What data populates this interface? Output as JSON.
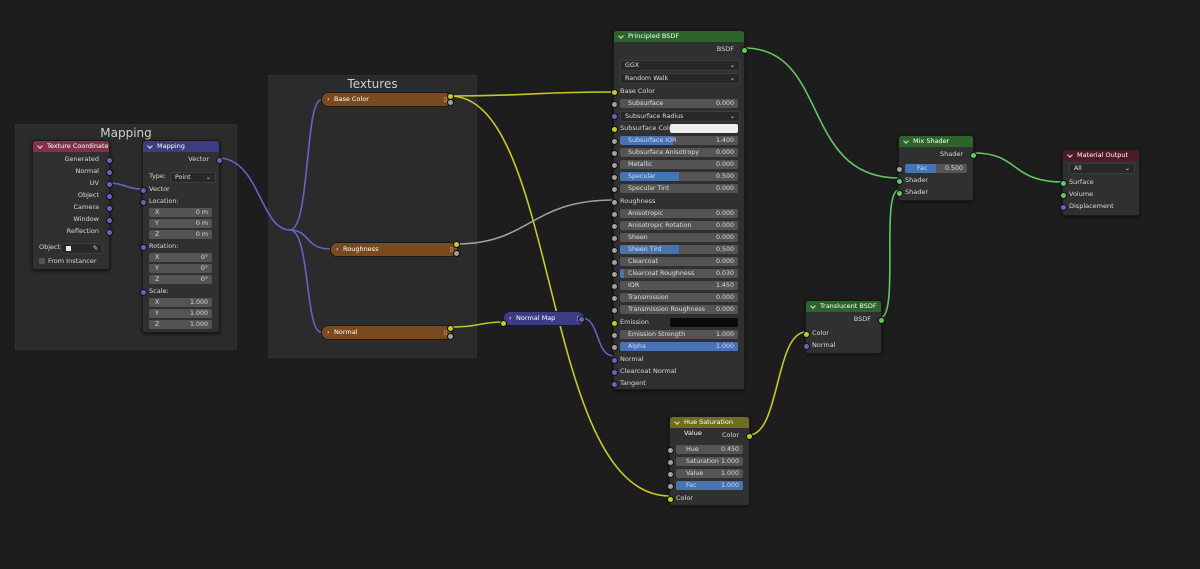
{
  "frames": {
    "mapping": "Mapping",
    "textures": "Textures"
  },
  "texcoord": {
    "title": "Texture Coordinate",
    "outputs": [
      "Generated",
      "Normal",
      "UV",
      "Object",
      "Camera",
      "Window",
      "Reflection"
    ],
    "object_label": "Object:",
    "from_instancer": "From Instancer"
  },
  "mapping": {
    "title": "Mapping",
    "out": "Vector",
    "type_label": "Type:",
    "type_value": "Point",
    "vector_in": "Vector",
    "location_label": "Location:",
    "location": [
      {
        "axis": "X",
        "value": "0 m"
      },
      {
        "axis": "Y",
        "value": "0 m"
      },
      {
        "axis": "Z",
        "value": "0 m"
      }
    ],
    "rotation_label": "Rotation:",
    "rotation": [
      {
        "axis": "X",
        "value": "0°"
      },
      {
        "axis": "Y",
        "value": "0°"
      },
      {
        "axis": "Z",
        "value": "0°"
      }
    ],
    "scale_label": "Scale:",
    "scale": [
      {
        "axis": "X",
        "value": "1.000"
      },
      {
        "axis": "Y",
        "value": "1.000"
      },
      {
        "axis": "Z",
        "value": "1.000"
      }
    ]
  },
  "textures": {
    "base_color": "Base Color",
    "roughness": "Roughness",
    "normal": "Normal"
  },
  "normal_map": "Normal Map",
  "bsdf": {
    "title": "Principled BSDF",
    "out": "BSDF",
    "distribution": "GGX",
    "subsurface_method": "Random Walk",
    "base_color": "Base Color",
    "subsurface": {
      "label": "Subsurface",
      "value": "0.000"
    },
    "subsurface_radius": "Subsurface Radius",
    "subsurface_color": "Subsurface Colo",
    "subsurface_ior": {
      "label": "Subsurface IOR",
      "value": "1.400"
    },
    "subsurface_anisotropy": {
      "label": "Subsurface Anisotropy",
      "value": "0.000"
    },
    "metallic": {
      "label": "Metallic",
      "value": "0.000"
    },
    "specular": {
      "label": "Specular",
      "value": "0.500"
    },
    "specular_tint": {
      "label": "Specular Tint",
      "value": "0.000"
    },
    "roughness": "Roughness",
    "anisotropic": {
      "label": "Anisotropic",
      "value": "0.000"
    },
    "anisotropic_rotation": {
      "label": "Anisotropic Rotation",
      "value": "0.000"
    },
    "sheen": {
      "label": "Sheen",
      "value": "0.000"
    },
    "sheen_tint": {
      "label": "Sheen Tint",
      "value": "0.500"
    },
    "clearcoat": {
      "label": "Clearcoat",
      "value": "0.000"
    },
    "clearcoat_roughness": {
      "label": "Clearcoat Roughness",
      "value": "0.030"
    },
    "ior": {
      "label": "IOR",
      "value": "1.450"
    },
    "transmission": {
      "label": "Transmission",
      "value": "0.000"
    },
    "transmission_roughness": {
      "label": "Transmission Roughness",
      "value": "0.000"
    },
    "emission": "Emission",
    "emission_strength": {
      "label": "Emission Strength",
      "value": "1.000"
    },
    "alpha": {
      "label": "Alpha",
      "value": "1.000"
    },
    "normal": "Normal",
    "clearcoat_normal": "Clearcoat Normal",
    "tangent": "Tangent"
  },
  "hsv": {
    "title": "Hue Saturation Value",
    "out": "Color",
    "hue": {
      "label": "Hue",
      "value": "0.450"
    },
    "saturation": {
      "label": "Saturation",
      "value": "1.000"
    },
    "value": {
      "label": "Value",
      "value": "1.000"
    },
    "fac": {
      "label": "Fac",
      "value": "1.000"
    },
    "color_in": "Color"
  },
  "mix": {
    "title": "Mix Shader",
    "out": "Shader",
    "fac": {
      "label": "Fac",
      "value": "0.500"
    },
    "shader1": "Shader",
    "shader2": "Shader"
  },
  "translucent": {
    "title": "Translucent BSDF",
    "out": "BSDF",
    "color": "Color",
    "normal": "Normal"
  },
  "output": {
    "title": "Material Output",
    "target": "All",
    "surface": "Surface",
    "volume": "Volume",
    "displacement": "Displacement"
  },
  "colors": {
    "input_header": "#83314a",
    "vector_header": "#3c3c83",
    "texture_node": "#7a4a1e",
    "shader_header": "#2b652b",
    "color_header": "#6e6e1d",
    "output_header": "#4d1b25",
    "wire_color": "#c7c729",
    "wire_vector": "#6363c7",
    "wire_gray": "#a1a1a1",
    "wire_shader": "#63c763",
    "slider_fill": "#4772b3"
  }
}
